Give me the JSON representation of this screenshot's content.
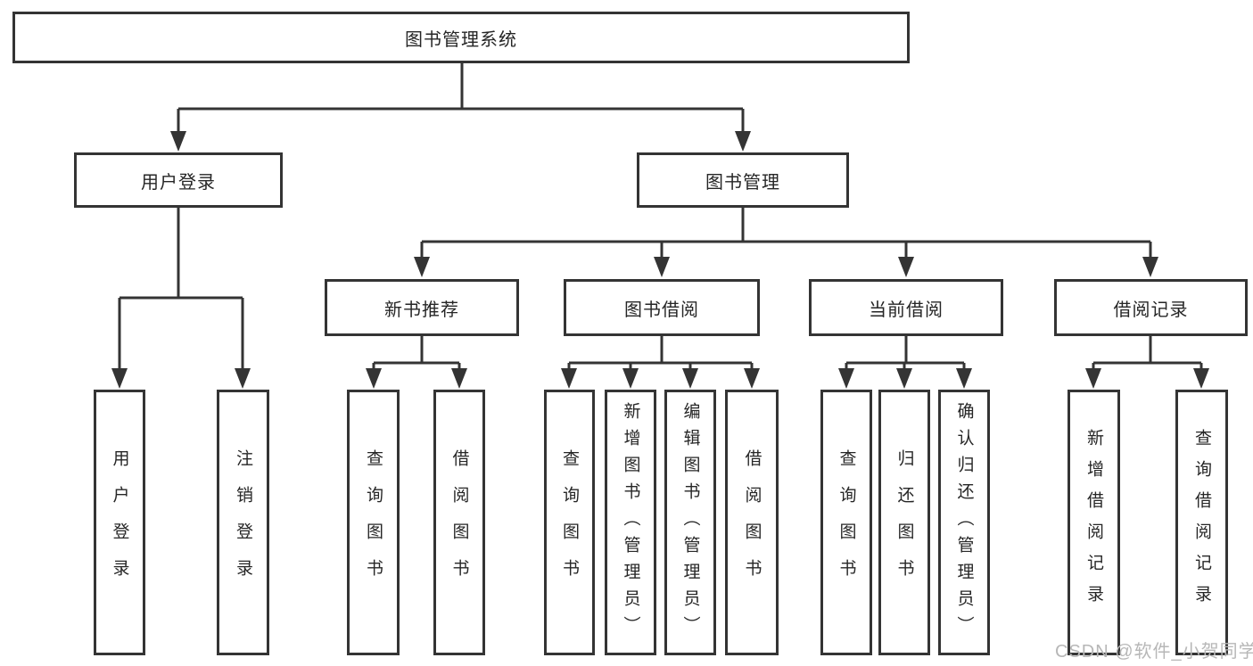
{
  "diagram": {
    "root": {
      "label": "图书管理系统"
    },
    "level2": [
      {
        "label": "用户登录"
      },
      {
        "label": "图书管理"
      }
    ],
    "level3": [
      {
        "label": "新书推荐"
      },
      {
        "label": "图书借阅"
      },
      {
        "label": "当前借阅"
      },
      {
        "label": "借阅记录"
      }
    ],
    "leaves": {
      "login": [
        "用户登录",
        "注销登录"
      ],
      "recommend": [
        "查询图书",
        "借阅图书"
      ],
      "borrow": [
        "查询图书",
        "新增图书（管理员）",
        "编辑图书（管理员）",
        "借阅图书"
      ],
      "current": [
        "查询图书",
        "归还图书",
        "确认归还（管理员）"
      ],
      "record": [
        "新增借阅记录",
        "查询借阅记录"
      ]
    },
    "watermark": "CSDN @软件_小贺同学",
    "colors": {
      "line": "#343434",
      "box_border": "#343434",
      "text": "#262626",
      "watermark": "#b7b7b7",
      "background": "#ffffff"
    }
  }
}
